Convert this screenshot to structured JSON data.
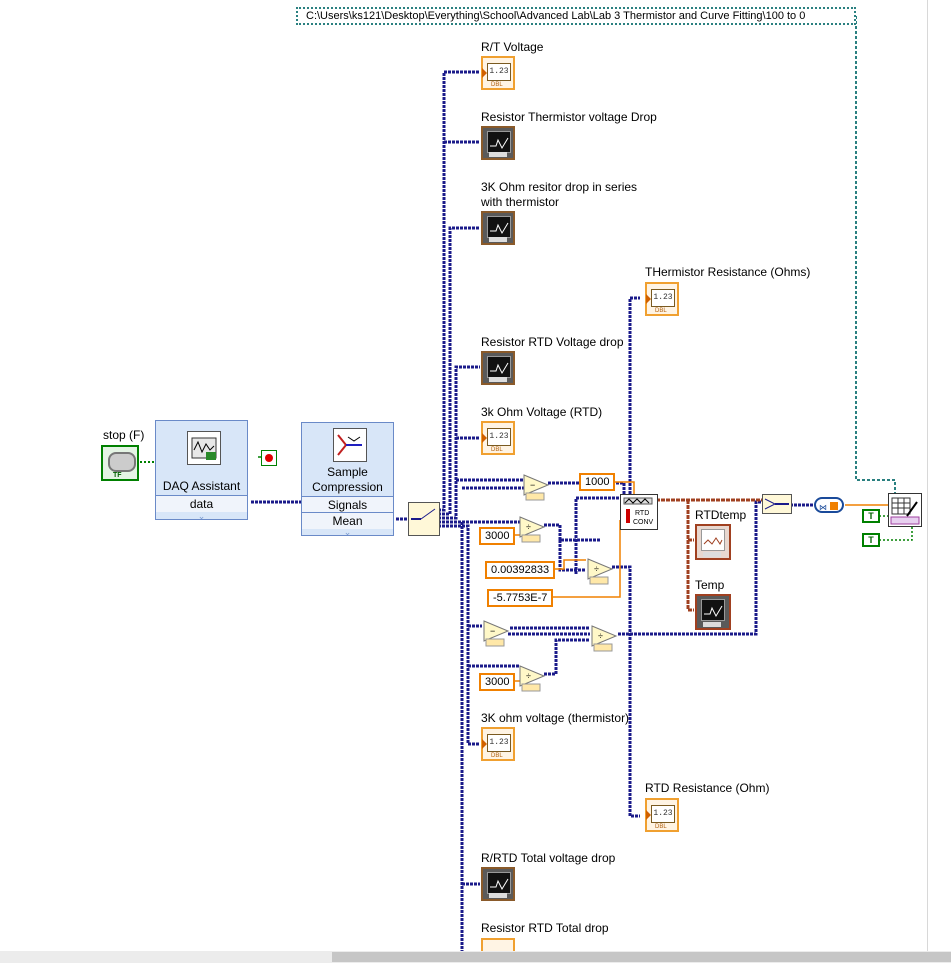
{
  "path": "C:\\Users\\ks121\\Desktop\\Everything\\School\\Advanced Lab\\Lab 3 Thermistor and Curve Fitting\\100 to 0",
  "stop": {
    "label": "stop (F)",
    "tag": "TF"
  },
  "daq": {
    "title": "DAQ Assistant",
    "output": "data"
  },
  "compression": {
    "title_line1": "Sample",
    "title_line2": "Compression",
    "row1": "Signals",
    "row2": "Mean"
  },
  "indicators": {
    "rt_voltage": "R/T Voltage",
    "res_therm_drop": "Resistor Thermistor voltage Drop",
    "ohm3k_drop_line1": "3K Ohm resitor drop in series",
    "ohm3k_drop_line2": "with thermistor",
    "res_rtd_drop": "Resistor RTD Voltage drop",
    "ohm3k_rtd": "3k Ohm Voltage (RTD)",
    "therm_resistance": "THermistor Resistance (Ohms)",
    "rtdtemp": "RTDtemp",
    "temp": "Temp",
    "ohm3k_therm": "3K ohm voltage (thermistor)",
    "rtd_resistance": "RTD Resistance (Ohm)",
    "rrtd_total": "R/RTD Total voltage drop",
    "res_rtd_total": "Resistor RTD Total drop"
  },
  "numeric_text": "1.23",
  "dbl_tag": "DBL",
  "constants": {
    "c1000": "1000",
    "c3000a": "3000",
    "c3000b": "3000",
    "alpha": "0.00392833",
    "beta": "-5.7753E-7"
  },
  "colors": {
    "dynamic_wire": "#1a1a8a",
    "dbl_wire": "#f08000",
    "cluster_wire": "#a04020",
    "path_wire": "#2a8080",
    "bool_wire": "#008000"
  },
  "icons": [
    "waveform-icon",
    "rtd-conv-icon",
    "write-file-icon",
    "stop-icon",
    "merge-icon",
    "to-dynamic-icon"
  ]
}
